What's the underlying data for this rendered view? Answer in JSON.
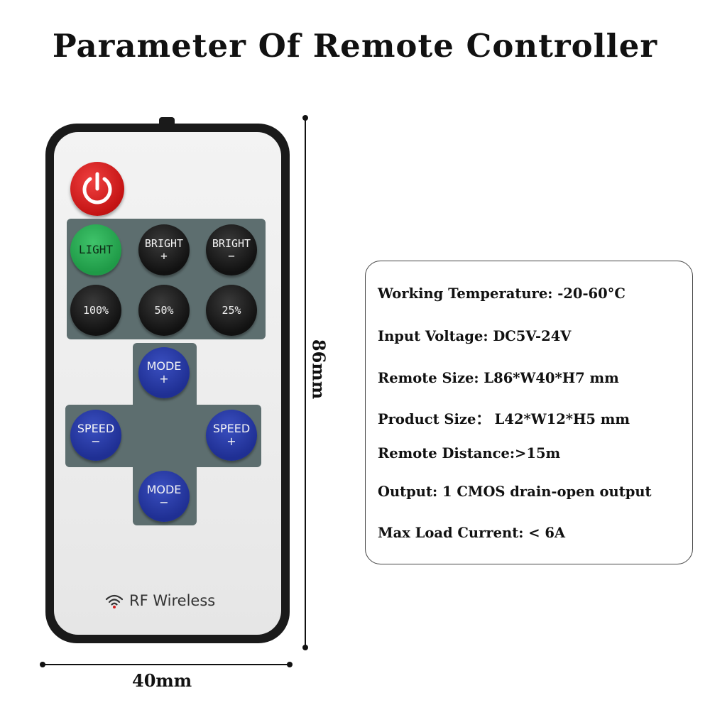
{
  "title": "Parameter Of Remote Controller",
  "remote": {
    "buttons": {
      "light": "LIGHT",
      "bright_plus": [
        "BRIGHT",
        "+"
      ],
      "bright_minus": [
        "BRIGHT",
        "−"
      ],
      "p100": "100%",
      "p50": "50%",
      "p25": "25%",
      "mode_plus": [
        "MODE",
        "+"
      ],
      "speed_minus": [
        "SPEED",
        "−"
      ],
      "speed_plus": [
        "SPEED",
        "+"
      ],
      "mode_minus": [
        "MODE",
        "−"
      ]
    },
    "brand_label": "RF Wireless"
  },
  "dimensions": {
    "height": "86mm",
    "width": "40mm"
  },
  "specs": [
    "Working Temperature: -20-60°C",
    "Input Voltage: DC5V-24V",
    "Remote Size: L86*W40*H7 mm",
    "Product Size： L42*W12*H5 mm",
    "Remote Distance:>15m",
    "Output: 1 CMOS drain-open output",
    "Max Load Current: < 6A"
  ],
  "colors": {
    "power": "#d41c1c",
    "light_button": "#2aa855",
    "number_buttons": "#1a1a1a",
    "mode_speed_buttons": "#26379f",
    "panel": "#5d6e6f"
  },
  "icons": {
    "power": "power-icon",
    "signal": "wifi-signal-icon"
  }
}
